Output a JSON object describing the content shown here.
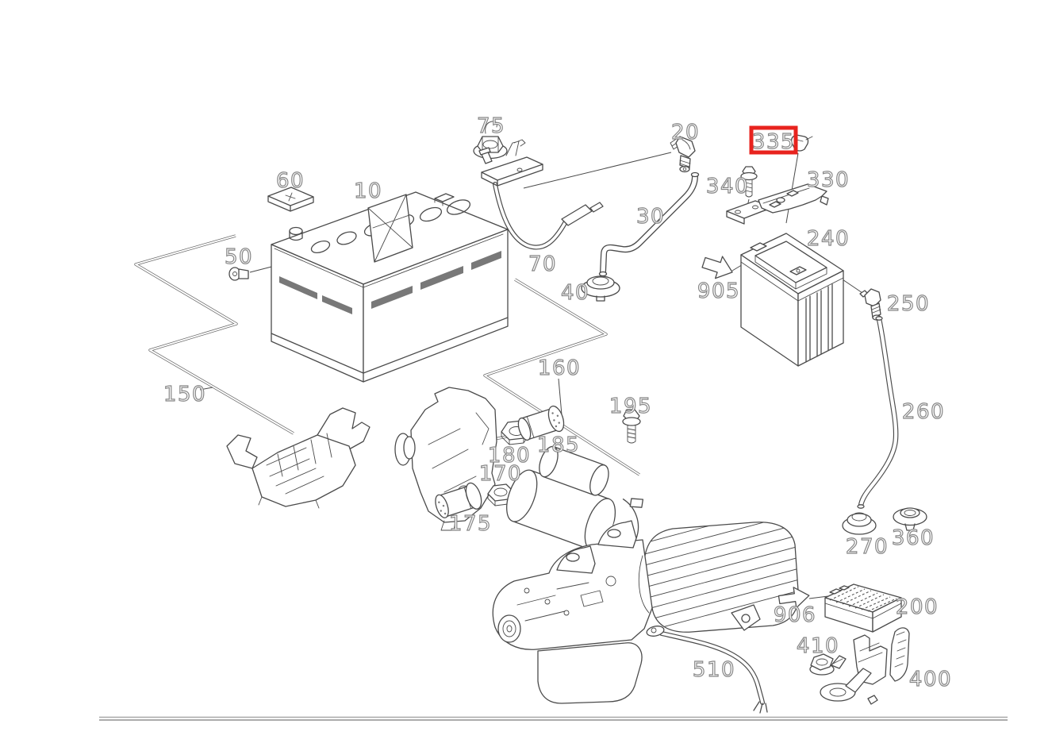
{
  "diagram": {
    "kind": "exploded-parts-view",
    "selected_part_number": "335",
    "highlight_color": "#e8231e",
    "line_color": "#4b4b4b",
    "label_outline_color": "#878787",
    "part_labels": [
      "75",
      "20",
      "335",
      "60",
      "10",
      "340",
      "330",
      "30",
      "240",
      "50",
      "70",
      "40",
      "905",
      "250",
      "150",
      "160",
      "195",
      "260",
      "185",
      "180",
      "170",
      "175",
      "270",
      "360",
      "906",
      "200",
      "410",
      "510",
      "400"
    ]
  }
}
